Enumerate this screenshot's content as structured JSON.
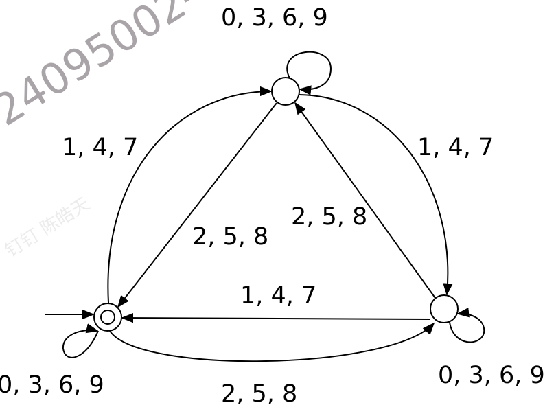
{
  "diagram": {
    "type": "finite-automaton",
    "states": [
      {
        "id": "q0",
        "position": "bottom-left",
        "start": true,
        "accepting": true
      },
      {
        "id": "q1",
        "position": "top",
        "start": false,
        "accepting": false
      },
      {
        "id": "q2",
        "position": "bottom-right",
        "start": false,
        "accepting": false
      }
    ],
    "transitions": [
      {
        "from": "q1",
        "to": "q1",
        "label": "0, 3, 6, 9"
      },
      {
        "from": "q0",
        "to": "q1",
        "label": "1, 4, 7"
      },
      {
        "from": "q1",
        "to": "q2",
        "label": "1, 4, 7"
      },
      {
        "from": "q1",
        "to": "q0",
        "label": "2, 5, 8"
      },
      {
        "from": "q2",
        "to": "q1",
        "label": "2, 5, 8"
      },
      {
        "from": "q2",
        "to": "q0",
        "label": "1, 4, 7"
      },
      {
        "from": "q0",
        "to": "q0",
        "label": "0, 3, 6, 9"
      },
      {
        "from": "q0",
        "to": "q2",
        "label": "2, 5, 8"
      },
      {
        "from": "q2",
        "to": "q2",
        "label": "0, 3, 6, 9"
      }
    ]
  },
  "watermark": {
    "id_text": "24095002—",
    "name_text": "钉钉 陈皓天"
  }
}
